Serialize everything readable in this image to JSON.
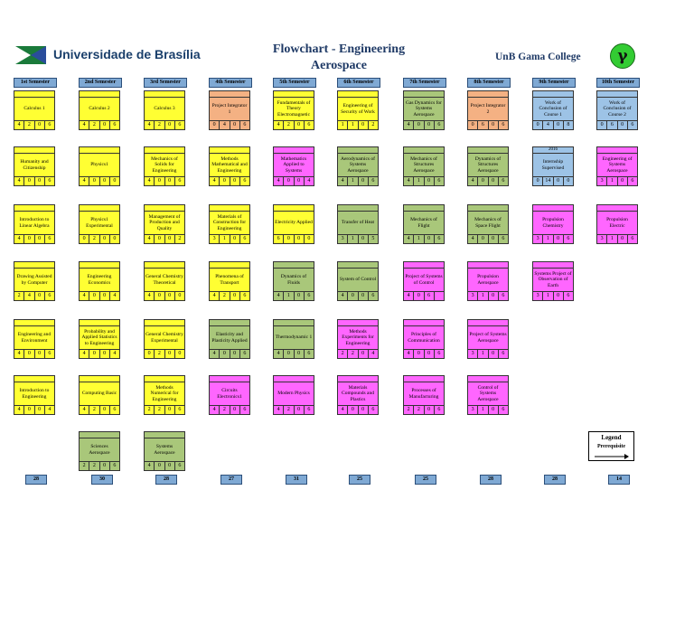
{
  "header": {
    "university": "Universidade de Brasília",
    "title_line1": "Flowchart - Engineering",
    "title_line2": "Aerospace",
    "college": "UnB Gama College",
    "symbol": "γ"
  },
  "semesters": [
    "1st Semester",
    "2nd Semester",
    "3rd Semester",
    "4th Semester",
    "5th Semester",
    "6th Semester",
    "7th Semester",
    "8th Semester",
    "9th Semester",
    "10th Semester"
  ],
  "totals": [
    "28",
    "30",
    "28",
    "27",
    "31",
    "25",
    "25",
    "28",
    "28",
    "14"
  ],
  "legend": {
    "title": "Legend",
    "label": "Prerequisite"
  },
  "colors": {
    "basic": "#ffff33",
    "professional": "#a9c77a",
    "specific": "#ff66ff",
    "integrator": "#f4b183",
    "conclusion": "#9dc3e6"
  },
  "courses": [
    {
      "col": 0,
      "row": 0,
      "name": "Calculus 1",
      "credits": [
        "4",
        "2",
        "0",
        "6"
      ],
      "color": "yellow"
    },
    {
      "col": 0,
      "row": 1,
      "name": "Humanity and Citizenship",
      "credits": [
        "4",
        "0",
        "0",
        "6"
      ],
      "color": "yellow"
    },
    {
      "col": 0,
      "row": 2,
      "name": "Introduction to Linear Algebra",
      "credits": [
        "4",
        "0",
        "0",
        "6"
      ],
      "color": "yellow"
    },
    {
      "col": 0,
      "row": 3,
      "name": "Drawing Assisted by Computer",
      "credits": [
        "2",
        "4",
        "0",
        "6"
      ],
      "color": "yellow"
    },
    {
      "col": 0,
      "row": 4,
      "name": "Engineering and Environment",
      "credits": [
        "4",
        "0",
        "0",
        "6"
      ],
      "color": "yellow"
    },
    {
      "col": 0,
      "row": 5,
      "name": "Introduction to Engineering",
      "credits": [
        "4",
        "0",
        "0",
        "4"
      ],
      "color": "yellow"
    },
    {
      "col": 1,
      "row": 0,
      "name": "Calculus 2",
      "credits": [
        "4",
        "2",
        "0",
        "6"
      ],
      "color": "yellow"
    },
    {
      "col": 1,
      "row": 1,
      "name": "Physics1",
      "credits": [
        "4",
        "0",
        "0",
        "0"
      ],
      "color": "yellow"
    },
    {
      "col": 1,
      "row": 2,
      "name": "Physics1 Experimental",
      "credits": [
        "0",
        "2",
        "0",
        "0"
      ],
      "color": "yellow"
    },
    {
      "col": 1,
      "row": 3,
      "name": "Engineering Economics",
      "credits": [
        "4",
        "0",
        "0",
        "4"
      ],
      "color": "yellow"
    },
    {
      "col": 1,
      "row": 4,
      "name": "Probability and Applied Statistics to Engineering",
      "credits": [
        "4",
        "0",
        "0",
        "4"
      ],
      "color": "yellow"
    },
    {
      "col": 1,
      "row": 5,
      "name": "Computing Basic",
      "credits": [
        "4",
        "2",
        "0",
        "6"
      ],
      "color": "yellow"
    },
    {
      "col": 1,
      "row": 6,
      "name": "Sciences Aerospace",
      "credits": [
        "2",
        "2",
        "0",
        "6"
      ],
      "color": "green"
    },
    {
      "col": 2,
      "row": 0,
      "name": "Calculus 3",
      "credits": [
        "4",
        "2",
        "0",
        "6"
      ],
      "color": "yellow"
    },
    {
      "col": 2,
      "row": 1,
      "name": "Mechanics of Solids for Engineering",
      "credits": [
        "4",
        "0",
        "0",
        "6"
      ],
      "color": "yellow"
    },
    {
      "col": 2,
      "row": 2,
      "name": "Management of Production and Quality",
      "credits": [
        "4",
        "0",
        "0",
        "2"
      ],
      "color": "yellow"
    },
    {
      "col": 2,
      "row": 3,
      "name": "General Chemistry Theoretical",
      "credits": [
        "4",
        "0",
        "0",
        "0"
      ],
      "color": "yellow"
    },
    {
      "col": 2,
      "row": 4,
      "name": "General Chemistry Experimental",
      "credits": [
        "0",
        "2",
        "0",
        "0"
      ],
      "color": "yellow"
    },
    {
      "col": 2,
      "row": 5,
      "name": "Methods Numerical for Engineering",
      "credits": [
        "2",
        "2",
        "0",
        "6"
      ],
      "color": "yellow"
    },
    {
      "col": 2,
      "row": 6,
      "name": "Systems Aerospace",
      "credits": [
        "4",
        "0",
        "0",
        "6"
      ],
      "color": "green"
    },
    {
      "col": 3,
      "row": 0,
      "name": "Project Integrator 1",
      "credits": [
        "0",
        "4",
        "0",
        "6"
      ],
      "color": "orange"
    },
    {
      "col": 3,
      "row": 1,
      "name": "Methods Mathematical and Engineering",
      "credits": [
        "4",
        "0",
        "0",
        "6"
      ],
      "color": "yellow"
    },
    {
      "col": 3,
      "row": 2,
      "name": "Materials of Construction for Engineering",
      "credits": [
        "3",
        "1",
        "0",
        "6"
      ],
      "color": "yellow"
    },
    {
      "col": 3,
      "row": 3,
      "name": "Phenomena of Transport",
      "credits": [
        "4",
        "2",
        "0",
        "6"
      ],
      "color": "yellow"
    },
    {
      "col": 3,
      "row": 4,
      "name": "Elasticity and Plasticity Applied",
      "credits": [
        "4",
        "0",
        "0",
        "6"
      ],
      "color": "green"
    },
    {
      "col": 3,
      "row": 5,
      "name": "Circuits Electronics1",
      "credits": [
        "4",
        "2",
        "0",
        "6"
      ],
      "color": "magenta"
    },
    {
      "col": 4,
      "row": 0,
      "name": "Fundamentals of Theory Electromagnetic",
      "credits": [
        "4",
        "2",
        "0",
        "6"
      ],
      "color": "yellow"
    },
    {
      "col": 4,
      "row": 1,
      "name": "Mathematics Applied to Systems",
      "credits": [
        "4",
        "0",
        "0",
        "4"
      ],
      "color": "magenta"
    },
    {
      "col": 4,
      "row": 2,
      "name": "Electricity Applied",
      "credits": [
        "6",
        "0",
        "0",
        "0"
      ],
      "color": "yellow"
    },
    {
      "col": 4,
      "row": 3,
      "name": "Dynamics of Fluids",
      "credits": [
        "4",
        "1",
        "0",
        "6"
      ],
      "color": "green"
    },
    {
      "col": 4,
      "row": 4,
      "name": "Thermodynamic 1",
      "credits": [
        "4",
        "0",
        "0",
        "6"
      ],
      "color": "green"
    },
    {
      "col": 4,
      "row": 5,
      "name": "Modern Physics",
      "credits": [
        "4",
        "2",
        "0",
        "6"
      ],
      "color": "magenta"
    },
    {
      "col": 5,
      "row": 0,
      "name": "Engineering of Security of Work",
      "credits": [
        "1",
        "1",
        "0",
        "2"
      ],
      "color": "yellow"
    },
    {
      "col": 5,
      "row": 1,
      "name": "Aerodynamics of Systems Aerospace",
      "credits": [
        "4",
        "1",
        "0",
        "6"
      ],
      "color": "green"
    },
    {
      "col": 5,
      "row": 2,
      "name": "Transfer of Heat",
      "credits": [
        "3",
        "1",
        "0",
        "5"
      ],
      "color": "green"
    },
    {
      "col": 5,
      "row": 3,
      "name": "System of Control",
      "credits": [
        "4",
        "0",
        "0",
        "6"
      ],
      "color": "green"
    },
    {
      "col": 5,
      "row": 4,
      "name": "Methods Experiments for Engineering",
      "credits": [
        "2",
        "2",
        "0",
        "4"
      ],
      "color": "magenta"
    },
    {
      "col": 5,
      "row": 5,
      "name": "Materials Compounds and Plastics",
      "credits": [
        "4",
        "0",
        "0",
        "6"
      ],
      "color": "magenta"
    },
    {
      "col": 6,
      "row": 0,
      "name": "Gas Dynamics for Systems Aerospace",
      "credits": [
        "4",
        "0",
        "0",
        "6"
      ],
      "color": "green"
    },
    {
      "col": 6,
      "row": 1,
      "name": "Mechanics of Structures Aerospace",
      "credits": [
        "4",
        "1",
        "0",
        "6"
      ],
      "color": "green"
    },
    {
      "col": 6,
      "row": 2,
      "name": "Mechanics of Flight",
      "credits": [
        "4",
        "1",
        "0",
        "6"
      ],
      "color": "green"
    },
    {
      "col": 6,
      "row": 3,
      "name": "Project of Systems of Control",
      "credits": [
        "4",
        "0",
        "6",
        ""
      ],
      "color": "magenta"
    },
    {
      "col": 6,
      "row": 4,
      "name": "Principles of Communication",
      "credits": [
        "4",
        "0",
        "0",
        "6"
      ],
      "color": "magenta"
    },
    {
      "col": 6,
      "row": 5,
      "name": "Processes of Manufacturing",
      "credits": [
        "2",
        "2",
        "0",
        "6"
      ],
      "color": "magenta"
    },
    {
      "col": 7,
      "row": 0,
      "name": "Project Integrator 2",
      "credits": [
        "0",
        "6",
        "0",
        "6"
      ],
      "color": "orange"
    },
    {
      "col": 7,
      "row": 1,
      "name": "Dynamics of Structures Aerospace",
      "credits": [
        "4",
        "0",
        "0",
        "6"
      ],
      "color": "green"
    },
    {
      "col": 7,
      "row": 2,
      "name": "Mechanics of Space Flight",
      "credits": [
        "4",
        "0",
        "0",
        "6"
      ],
      "color": "green"
    },
    {
      "col": 7,
      "row": 3,
      "name": "Propulsion Aerospace",
      "credits": [
        "3",
        "1",
        "0",
        "6"
      ],
      "color": "magenta"
    },
    {
      "col": 7,
      "row": 4,
      "name": "Project of Systems Aerospace",
      "credits": [
        "3",
        "1",
        "0",
        "6"
      ],
      "color": "magenta"
    },
    {
      "col": 7,
      "row": 5,
      "name": "Control of Systems Aerospace",
      "credits": [
        "3",
        "1",
        "0",
        "6"
      ],
      "color": "magenta"
    },
    {
      "col": 8,
      "row": 0,
      "name": "Work of Conclusion of Course 1",
      "credits": [
        "0",
        "4",
        "0",
        "8"
      ],
      "color": "blue"
    },
    {
      "col": 8,
      "row": 1,
      "name": "Internship Supervised",
      "credits": [
        "0",
        "14",
        "0",
        "0"
      ],
      "color": "blue",
      "top": "2016"
    },
    {
      "col": 8,
      "row": 2,
      "name": "Propulsion Chemistry",
      "credits": [
        "3",
        "1",
        "0",
        "6"
      ],
      "color": "magenta"
    },
    {
      "col": 8,
      "row": 3,
      "name": "Systems Project of Observation of Earth",
      "credits": [
        "3",
        "1",
        "0",
        "6"
      ],
      "color": "magenta"
    },
    {
      "col": 9,
      "row": 0,
      "name": "Work of Conclusion of Course 2",
      "credits": [
        "0",
        "6",
        "0",
        "6"
      ],
      "color": "blue"
    },
    {
      "col": 9,
      "row": 1,
      "name": "Engineering of Systems Aerospace",
      "credits": [
        "3",
        "1",
        "0",
        "6"
      ],
      "color": "magenta"
    },
    {
      "col": 9,
      "row": 2,
      "name": "Propulsion Electric",
      "credits": [
        "3",
        "1",
        "0",
        "6"
      ],
      "color": "magenta"
    }
  ]
}
